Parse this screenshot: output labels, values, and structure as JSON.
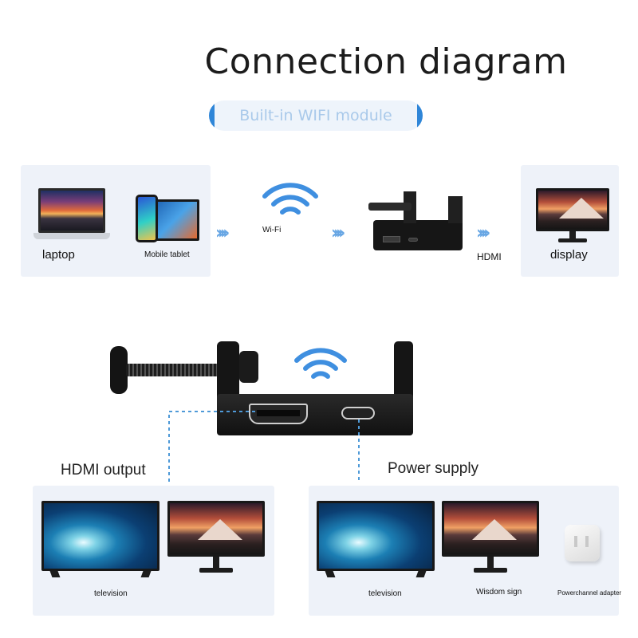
{
  "title": "Connection diagram",
  "banner": "Built-in WIFI module",
  "top_row": {
    "laptop": "laptop",
    "mobile_tablet": "Mobile tablet",
    "wifi": "Wi-Fi",
    "hdmi": "HDMI",
    "display": "display"
  },
  "ports": {
    "hdmi_output": "HDMI output",
    "power_supply": "Power supply"
  },
  "bottom_left": {
    "television": "television"
  },
  "bottom_right": {
    "television": "television",
    "wisdom_sign": "Wisdom sign",
    "power_adapter": "Powerchannel adapter"
  },
  "colors": {
    "accent": "#2f86d8",
    "arrow": "#67a6e4",
    "panel": "#eef2f9",
    "device": "#1c1c1c"
  }
}
